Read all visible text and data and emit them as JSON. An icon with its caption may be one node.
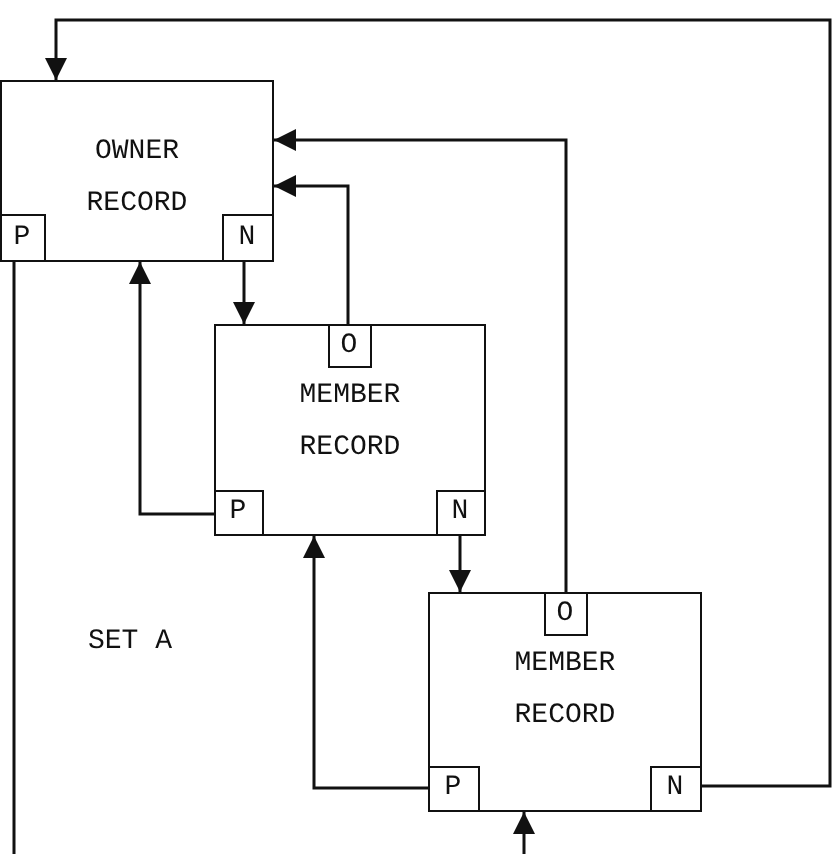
{
  "diagram": {
    "nodes": [
      {
        "text": [
          "OWNER RECORD"
        ]
      },
      {
        "text": [
          "P"
        ],
        "in": 0
      },
      {
        "text": [
          "N"
        ],
        "in": 0
      },
      {
        "text": [
          "MEMBER RECORD"
        ]
      },
      {
        "text": [
          "O"
        ],
        "in": 3
      },
      {
        "text": [
          "P"
        ],
        "in": 3
      },
      {
        "text": [
          "N"
        ],
        "in": 3
      },
      {
        "text": [
          "MEMBER RECORD"
        ]
      },
      {
        "text": [
          "O"
        ],
        "in": 7
      },
      {
        "text": [
          "P"
        ],
        "in": 7
      },
      {
        "text": [
          "N"
        ],
        "in": 7
      }
    ],
    "edges": [
      {
        "from": 2,
        "to": 3,
        "arrow": "to"
      },
      {
        "from": 4,
        "to": 0,
        "arrow": "to"
      },
      {
        "from": 5,
        "to": 0,
        "arrow": "to"
      },
      {
        "from": 6,
        "to": 7,
        "arrow": "to"
      },
      {
        "from": 8,
        "to": 0,
        "arrow": "to"
      },
      {
        "from": 9,
        "to": 3,
        "arrow": "to"
      },
      {
        "from": 10,
        "to": 0,
        "arrow": "to"
      },
      {
        "from": 1,
        "to": null,
        "arrow": "none"
      },
      {
        "from": null,
        "to": 7,
        "arrow": "to"
      }
    ],
    "labels": [
      "SET A"
    ]
  }
}
